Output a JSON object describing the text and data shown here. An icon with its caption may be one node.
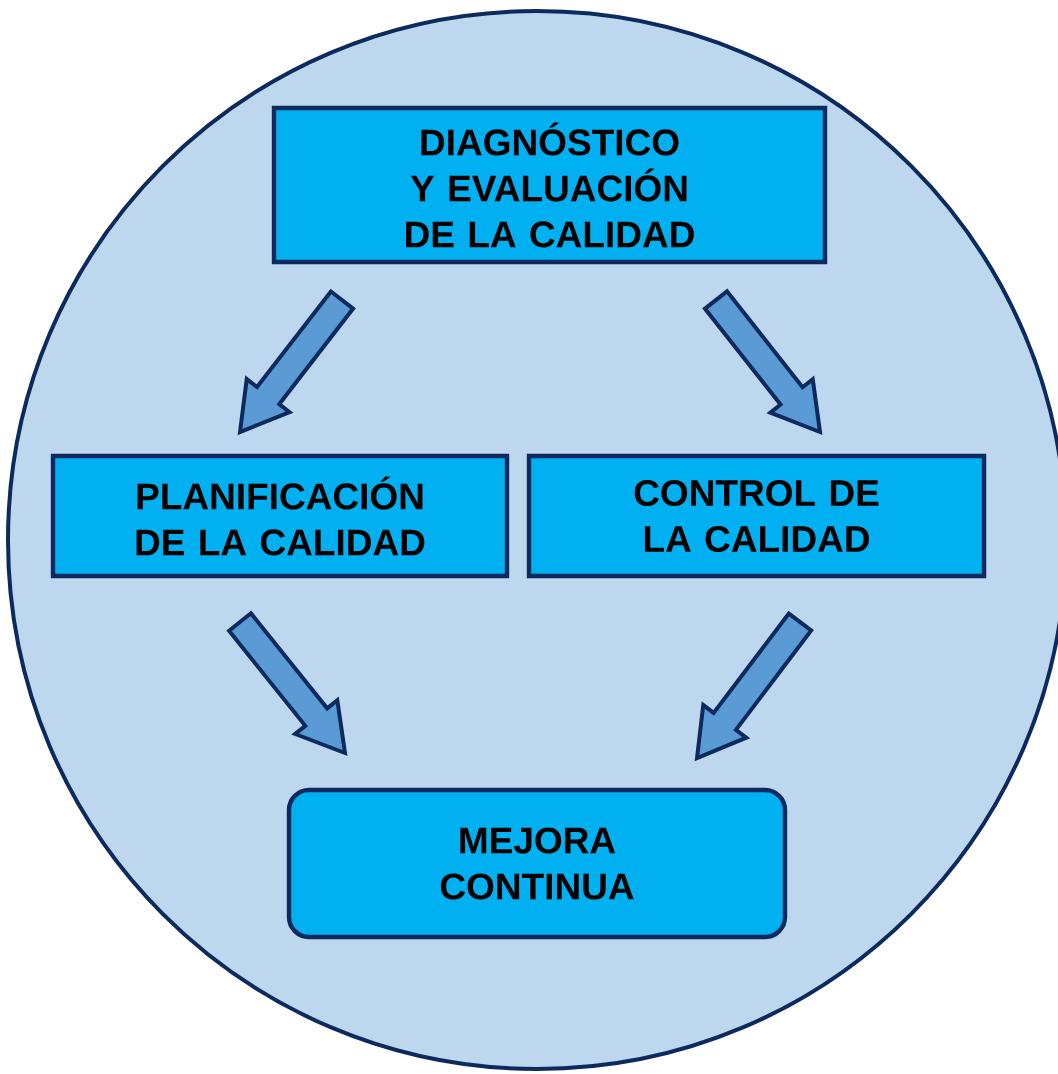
{
  "diagram": {
    "nodes": [
      {
        "text": [
          "DIAGNÓSTICO Y EVALUACIÓN DE LA CALIDAD"
        ]
      },
      {
        "text": [
          "PLANIFICACIÓN DE LA CALIDAD"
        ]
      },
      {
        "text": [
          "CONTROL DE LA CALIDAD"
        ]
      },
      {
        "text": [
          "MEJORA CONTINUA"
        ]
      }
    ],
    "edges": [
      {
        "from": 0,
        "to": 1,
        "arrow": "to"
      },
      {
        "from": 0,
        "to": 2,
        "arrow": "to"
      },
      {
        "from": 1,
        "to": 3,
        "arrow": "to"
      },
      {
        "from": 2,
        "to": 3,
        "arrow": "to"
      }
    ]
  }
}
